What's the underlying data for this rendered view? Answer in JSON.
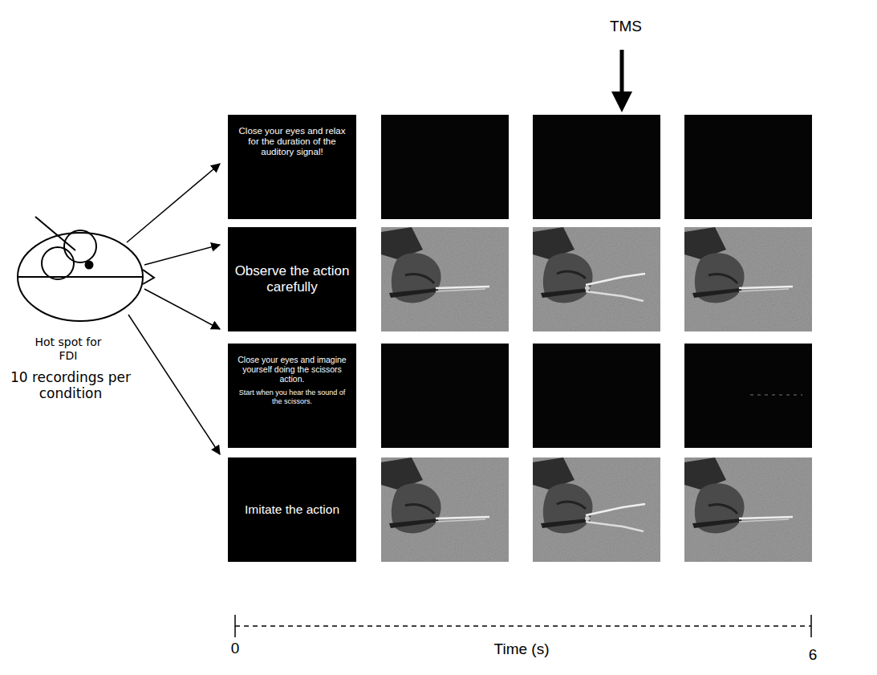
{
  "diagram": {
    "nodes": [
      {
        "text": [
          "Close your eyes and relax for the duration of the auditory signal!"
        ]
      },
      {
        "text": [
          "Observe the action carefully"
        ]
      },
      {
        "text": [
          "Close your eyes and imagine yourself doing the scissors action.",
          "Start when you hear the sound of the scissors."
        ]
      },
      {
        "text": [
          "Imitate the action"
        ]
      }
    ],
    "labels": [
      "TMS",
      "Hot spot for FDI",
      "10 recordings per condition",
      "0",
      "Time (s)",
      "6"
    ]
  }
}
